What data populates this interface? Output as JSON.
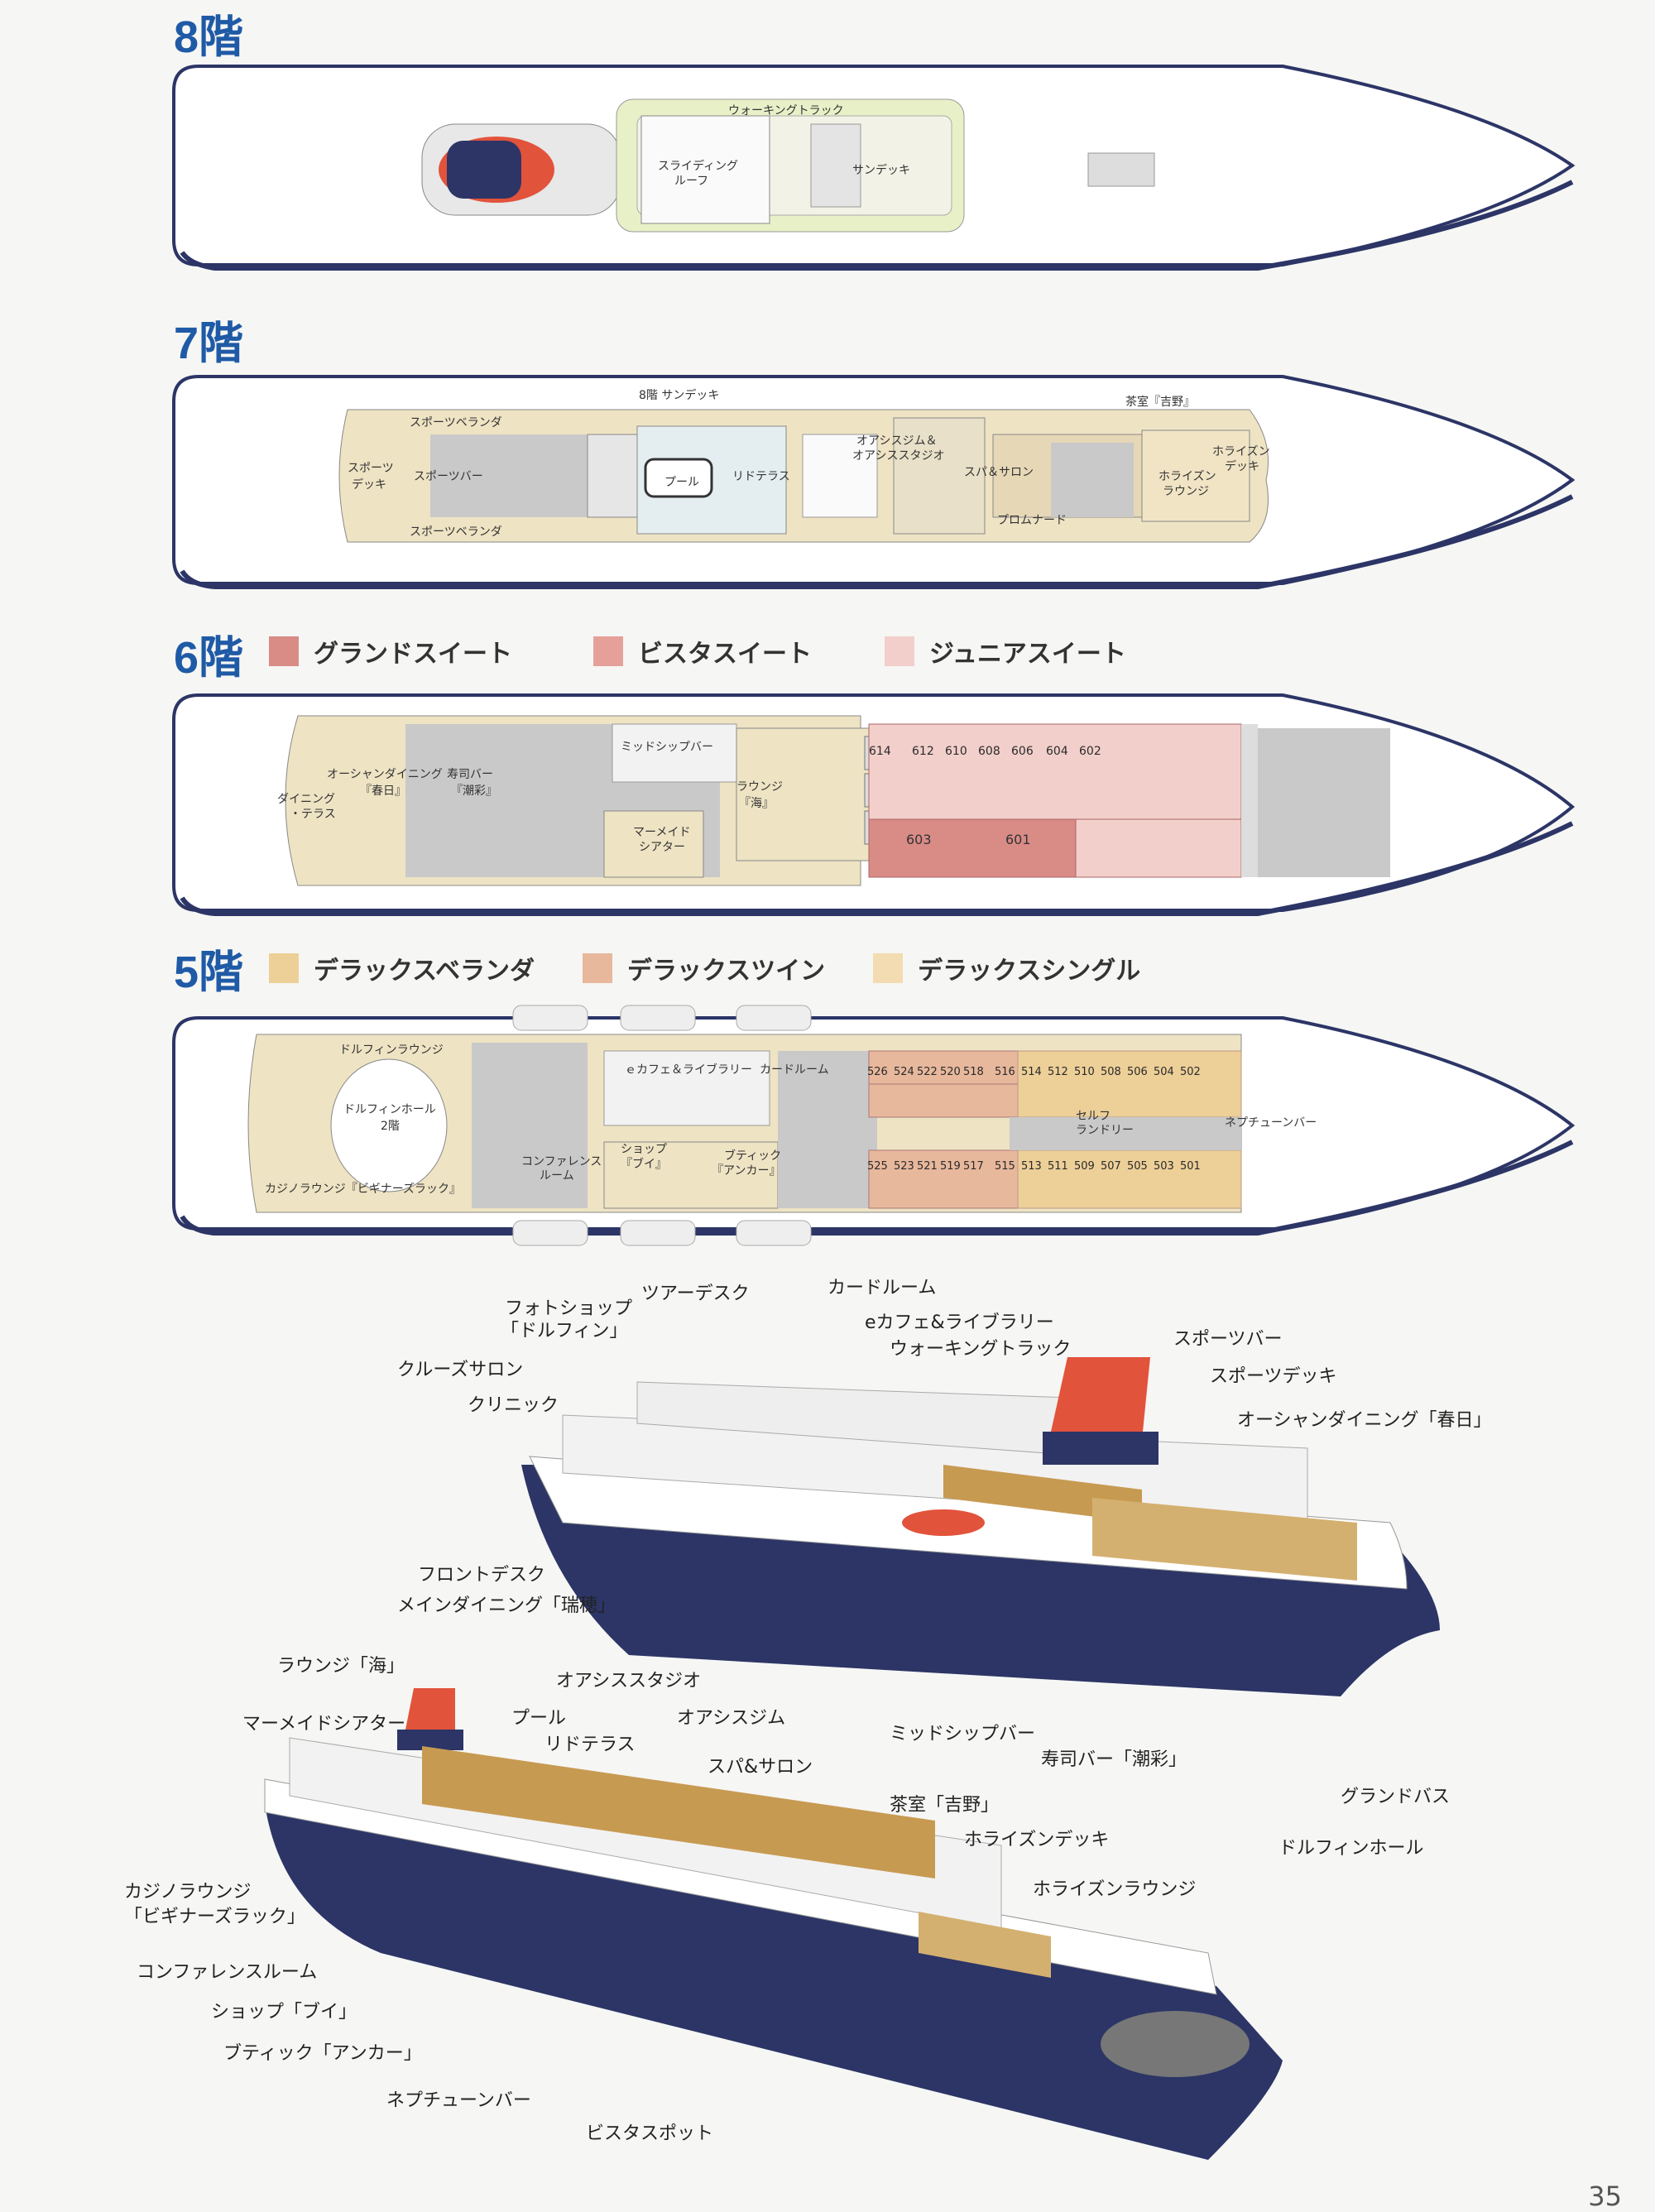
{
  "decks": [
    {
      "title": "8階",
      "rooms": [
        "ウォーキングトラック",
        "スライディング",
        "ルーフ",
        "サンデッキ"
      ]
    },
    {
      "title": "7階",
      "rooms": [
        "8階 サンデッキ",
        "スポーツベランダ",
        "スポーツ",
        "デッキ",
        "スポーツバー",
        "スポーツベランダ",
        "プール",
        "リドテラス",
        "オアシスジム＆",
        "オアシススタジオ",
        "スパ＆サロン",
        "プロムナード",
        "茶室『吉野』",
        "ホライズン",
        "デッキ",
        "ホライズン",
        "ラウンジ"
      ]
    },
    {
      "title": "6階",
      "legend": [
        "グランドスイート",
        "ビスタスイート",
        "ジュニアスイート"
      ],
      "rooms": [
        "ダイニング",
        "・テラス",
        "オーシャンダイニング",
        "『春日』",
        "寿司バー",
        "『潮彩』",
        "ミッドシップバー",
        "ラウンジ",
        "『海』",
        "マーメイド",
        "シアター"
      ],
      "cabins_top": [
        "614",
        "612",
        "610",
        "608",
        "606",
        "604",
        "602"
      ],
      "cabins_bottom": [
        "603",
        "601"
      ]
    },
    {
      "title": "5階",
      "legend": [
        "デラックスベランダ",
        "デラックスツイン",
        "デラックスシングル"
      ],
      "rooms": [
        "ドルフィンラウンジ",
        "ドルフィンホール",
        "2階",
        "カジノラウンジ『ビギナーズラック』",
        "コンファレンス",
        "ルーム",
        "ｅカフェ＆ライブラリー",
        "カードルーム",
        "ショップ",
        "『ブイ』",
        "ブティック",
        "『アンカー』",
        "セルフ",
        "ランドリー",
        "ネプチューンバー"
      ],
      "cabins_top": [
        "526",
        "524",
        "522",
        "520",
        "518",
        "516",
        "514",
        "512",
        "510",
        "508",
        "506",
        "504",
        "502"
      ],
      "cabins_bottom": [
        "525",
        "523",
        "521",
        "519",
        "517",
        "515",
        "513",
        "511",
        "509",
        "507",
        "505",
        "503",
        "501"
      ]
    }
  ],
  "ship1_callouts": [
    "フォトショップ",
    "「ドルフィン」",
    "ツアーデスク",
    "カードルーム",
    "eカフェ&ライブラリー",
    "ウォーキングトラック",
    "クルーズサロン",
    "クリニック",
    "スポーツバー",
    "スポーツデッキ",
    "オーシャンダイニング「春日」",
    "フロントデスク",
    "メインダイニング「瑞穂」",
    "ミッドシップバー",
    "寿司バー「潮彩」",
    "グランドバス",
    "ドルフィンホール"
  ],
  "ship2_callouts": [
    "ラウンジ「海」",
    "オアシススタジオ",
    "マーメイドシアター",
    "プール",
    "オアシスジム",
    "リドテラス",
    "スパ&サロン",
    "茶室「吉野」",
    "ホライズンデッキ",
    "ホライズンラウンジ",
    "カジノラウンジ",
    "「ビギナーズラック」",
    "コンファレンスルーム",
    "ショップ「ブイ」",
    "ブティック「アンカー」",
    "ネプチューンバー",
    "ビスタスポット"
  ],
  "page_number": "35",
  "colors": {
    "grand": "#d98b86",
    "vista": "#e6a09a",
    "junior": "#f2cfcb",
    "veranda": "#edcf98",
    "twin": "#e8b89c",
    "single": "#f3dcb2",
    "deck": "#eee3c3",
    "hull": "#2c3566",
    "accent": "#1f5aa6"
  }
}
